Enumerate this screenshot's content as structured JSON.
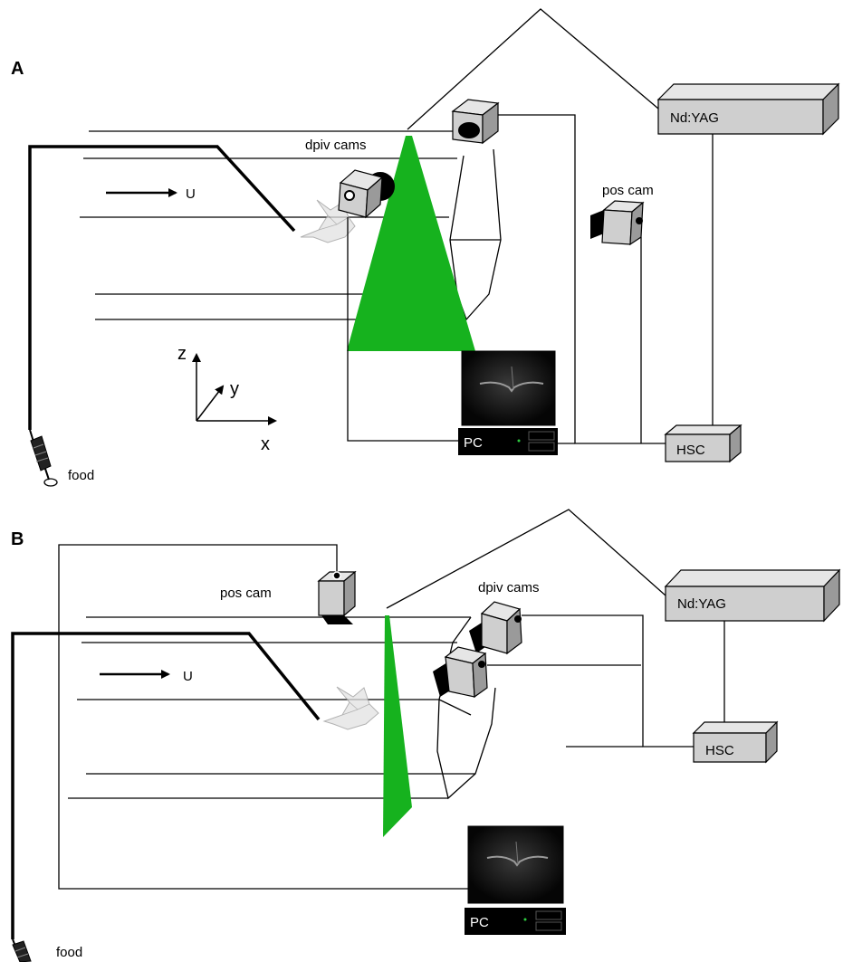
{
  "panel_a": {
    "label": "A",
    "flow_label": "U",
    "dpiv_label": "dpiv cams",
    "pos_label": "pos cam",
    "laser_label": "Nd:YAG",
    "hsc_label": "HSC",
    "pc_label": "PC",
    "food_label": "food",
    "axis_z": "z",
    "axis_y": "y",
    "axis_x": "x"
  },
  "panel_b": {
    "label": "B",
    "flow_label": "U",
    "dpiv_label": "dpiv cams",
    "pos_label": "pos cam",
    "laser_label": "Nd:YAG",
    "hsc_label": "HSC",
    "pc_label": "PC",
    "food_label": "food"
  },
  "colors": {
    "laser_sheet": "#16b21e",
    "equipment_box": "#cfcfcf",
    "monitor": "#000000"
  }
}
